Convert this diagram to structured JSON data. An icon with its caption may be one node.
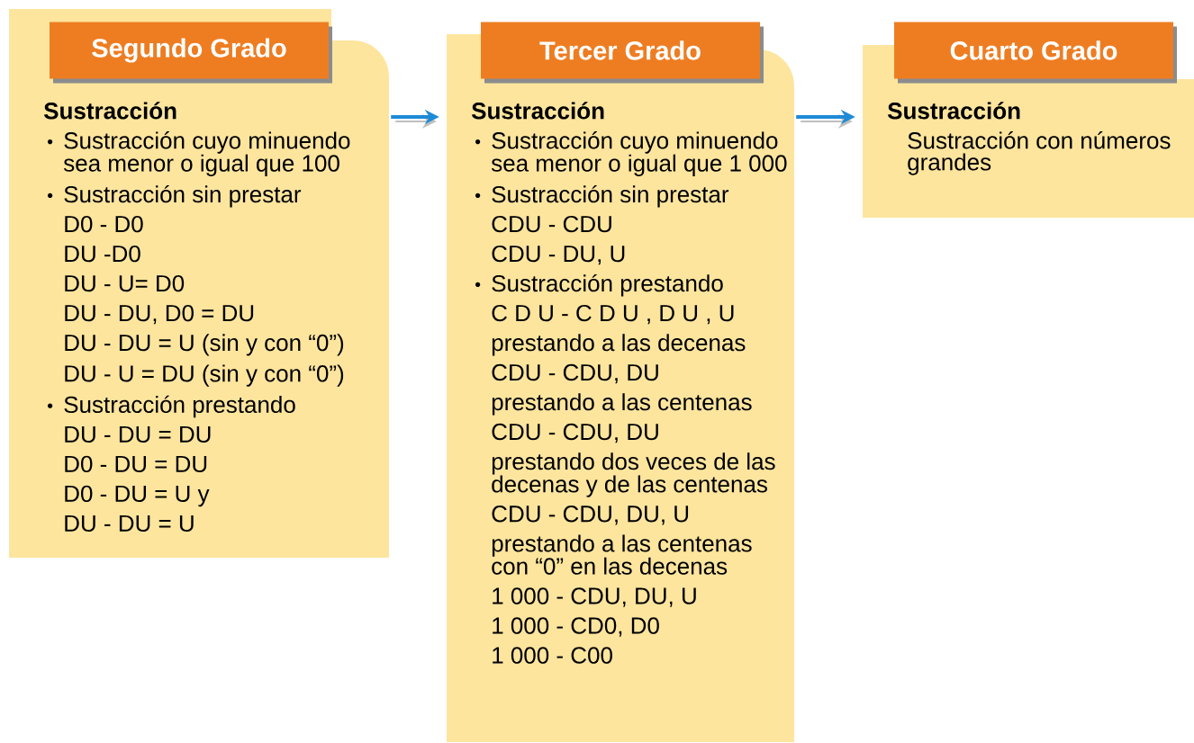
{
  "diagram": {
    "nodes": [
      {
        "text": [
          "Sustracción",
          "Sustracción cuyo minuendo sea menor o igual que 100",
          "Sustracción sin prestar",
          "D0 - D0",
          "DU -D0",
          "DU - U= D0",
          "DU - DU, D0 = DU",
          "DU - DU = U (sin y con “0”)",
          "DU - U = DU (sin y con “0”)",
          "Sustracción prestando",
          "DU - DU = DU",
          "D0 - DU = DU",
          "D0 - DU = U y",
          "DU - DU = U"
        ]
      },
      {
        "text": [
          "Segundo Grado"
        ],
        "in": 0
      },
      {
        "text": [
          "Sustracción",
          "Sustracción cuyo minuendo sea menor o igual que 1 000",
          "Sustracción sin prestar",
          "CDU - CDU",
          "CDU - DU, U",
          "Sustracción prestando",
          "C D U - C D U , D U , U",
          "prestando a las decenas",
          "CDU - CDU, DU",
          "prestando a las centenas",
          "CDU - CDU, DU",
          "prestando dos veces de las decenas y de las centenas",
          "CDU - CDU, DU, U",
          "prestando a las centenas con “0” en las decenas",
          "1 000 - CDU, DU, U",
          "1 000 - CD0, D0",
          "1 000 - C00"
        ]
      },
      {
        "text": [
          "Tercer Grado"
        ]
      },
      {
        "text": [
          "Sustracción",
          "Sustracción con números grandes"
        ]
      },
      {
        "text": [
          "Cuarto Grado"
        ]
      }
    ],
    "edges": [
      {
        "from": 0,
        "to": 2,
        "arrow": "to",
        "color": "#1e8bd6"
      },
      {
        "from": 2,
        "to": 4,
        "arrow": "to",
        "color": "#1e8bd6"
      }
    ]
  }
}
